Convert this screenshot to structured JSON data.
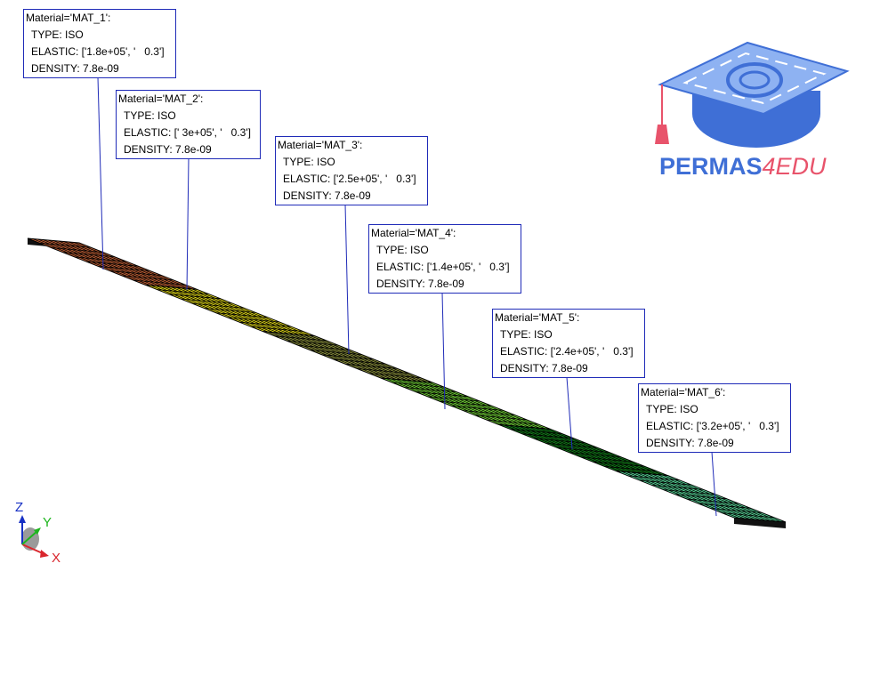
{
  "colors": {
    "leader": "#1f2bb8",
    "mesh_line": "#000000",
    "segments": [
      "#d0683a",
      "#f3ea1a",
      "#9aa043",
      "#7ae23b",
      "#148a1c",
      "#5fe6a4"
    ],
    "side": "#111111",
    "logo_blue": "#3f6fd6",
    "logo_pink": "#e8536b",
    "axis_x": "#d9262d",
    "axis_y": "#1db51d",
    "axis_z": "#1730c4"
  },
  "materials": [
    {
      "header": "Material='MAT_1':",
      "type": "TYPE: ISO",
      "elastic": "ELASTIC: ['1.8e+05', '   0.3']",
      "density": "DENSITY: 7.8e-09"
    },
    {
      "header": "Material='MAT_2':",
      "type": "TYPE: ISO",
      "elastic": "ELASTIC: [' 3e+05', '   0.3']",
      "density": "DENSITY: 7.8e-09"
    },
    {
      "header": "Material='MAT_3':",
      "type": "TYPE: ISO",
      "elastic": "ELASTIC: ['2.5e+05', '   0.3']",
      "density": "DENSITY: 7.8e-09"
    },
    {
      "header": "Material='MAT_4':",
      "type": "TYPE: ISO",
      "elastic": "ELASTIC: ['1.4e+05', '   0.3']",
      "density": "DENSITY: 7.8e-09"
    },
    {
      "header": "Material='MAT_5':",
      "type": "TYPE: ISO",
      "elastic": "ELASTIC: ['2.4e+05', '   0.3']",
      "density": "DENSITY: 7.8e-09"
    },
    {
      "header": "Material='MAT_6':",
      "type": "TYPE: ISO",
      "elastic": "ELASTIC: ['3.2e+05', '   0.3']",
      "density": "DENSITY: 7.8e-09"
    }
  ],
  "logo": {
    "part1": "PERMAS",
    "part2": "4EDU"
  },
  "axes": {
    "x": "X",
    "y": "Y",
    "z": "Z"
  },
  "icons": {
    "logo": "graduation-cap-logo-icon",
    "triad": "axis-triad-icon"
  }
}
